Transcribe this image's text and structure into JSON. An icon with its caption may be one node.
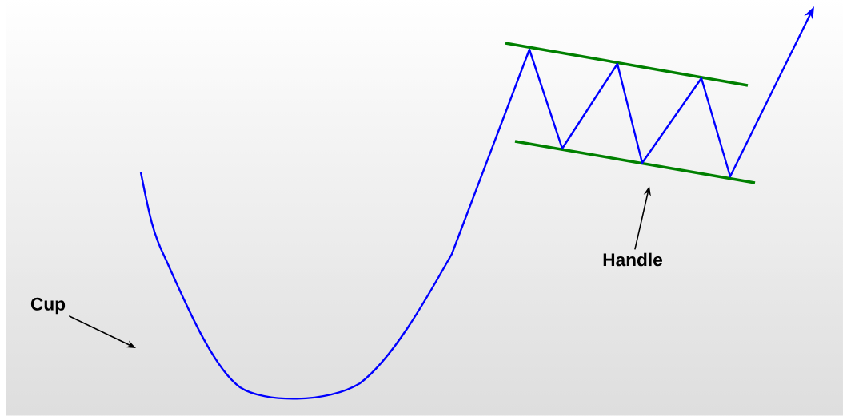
{
  "diagram": {
    "nodes": [
      {
        "text": [
          "Cup"
        ]
      },
      {
        "text": [
          "Handle"
        ]
      }
    ],
    "edges": [
      {
        "from": 0,
        "to": null,
        "arrow": "to"
      },
      {
        "from": 1,
        "to": null,
        "arrow": "to"
      }
    ]
  }
}
